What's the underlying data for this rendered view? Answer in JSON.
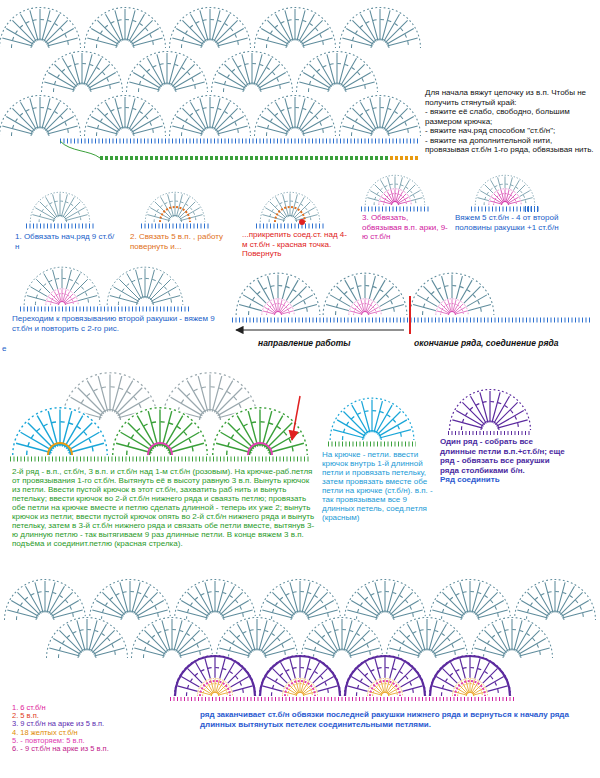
{
  "diagram": {
    "labels": [
      "Для начала вяжут цепочку из в.п. Чтобы не получить стянутый край:",
      "- вяжите её слабо, свободно, большим размером крючка;",
      "- вяжите нач.ряд способом \"ст.б/н\";",
      "- вяжите на дополнительной нити, провязывая ст.б/н 1-го ряда, обвязывая нить.",
      "1. Обвязать нач.ряд 9 ст.б/н",
      "2. Связать 5 в.п. , работу повернуть и...",
      "...прикрепить соед.ст. над 4-м ст.б/н - красная точка. Повернуть",
      "3. Обвязать, обвязывая в.п. арки, 9-ю ст.б/н",
      "Вяжем 5 ст.б/н - 4 от второй половины ракушки +1 ст.б/н",
      "Переходим к провязыванию второй ракушки - вяжем 9 ст.б/н и повторить с 2-го рис.",
      "е",
      "направление работы",
      "окончание ряда, соединение ряда",
      "2-й ряд - в.п., ст.б/н, 3 в.п. и ст.б/н над 1-м ст.б/н (розовым). На крючке-раб.петля от провязывания 1-го ст.б/н. Вытянуть её в высоту равную 3 в.п. Вынуть крючок из петли. Ввести пустой крючок в этот ст.б/н, захватить раб нить и вынуть петельку; ввести крючок во 2-й ст.б/н нижнего ряда и сваязть петлю; провязать обе петли на крючке вместе и петлю сделать длинной - теперь их уже 2; вынуть крючок из петли; ввести пустой крючок опять во 2-й ст.б/н нижнего ряда и вынуть петельку, затем в 3-й ст.б/н нижнего ряда и связать обе петли вместе, вытянув 3-ю длинную петлю - так вытягиваем 9 раз длинные петли. В конце вяжем 3 в.п. подъёма и соединит.петлю (красная стрелка).",
      "На крючке - петли. ввести крючок внутрь 1-й длинной петли и провязать петельку, затем провязать вместе обе петли на крючке (ст.б/н). в.п. - так провязываем все 9 длинных петель, соед.петля (красным)",
      "Один ряд - собрать все длинные петли в.п.+ст.б/н; еще ряд - обвязать все ракушки ряда столбиками б/н.",
      "Ряд соединить",
      "1. 6 ст.б/н",
      "2. 5 в.п.",
      "3. 9 ст.б/н  на арке из 5 в.п.",
      "4. 18 желтых ст.б/н",
      "5. - повторяем: 5 в.п.",
      "6. - 9 ст.б/н на арке из 5 в.п.",
      "ряд заканчивает ст.б/н обвязки последней ракушки нижнего ряда и вернуться к началу ряда длинных вытянутых петелек соединительными петлями."
    ]
  }
}
